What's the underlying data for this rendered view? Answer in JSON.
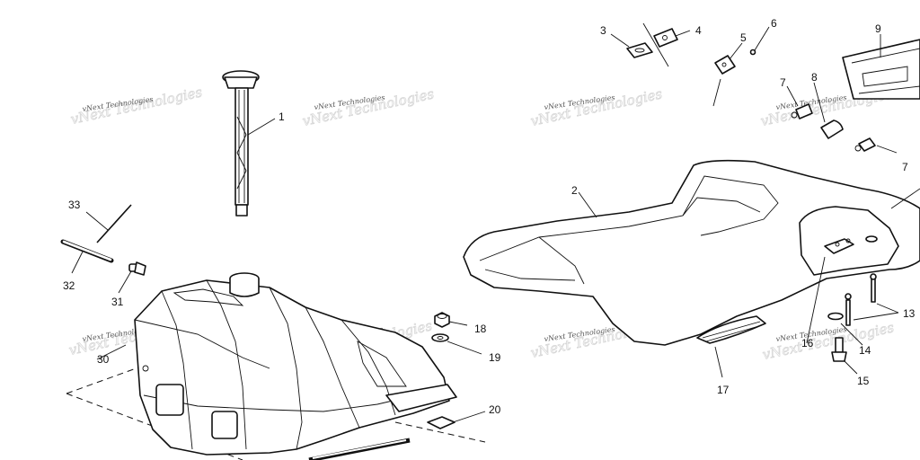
{
  "watermark": "vNext Technologies",
  "callouts": [
    "1",
    "2",
    "3",
    "4",
    "5",
    "6",
    "7",
    "8",
    "7",
    "9",
    "13",
    "14",
    "15",
    "16",
    "17",
    "18",
    "19",
    "20",
    "30",
    "31",
    "32",
    "33"
  ]
}
